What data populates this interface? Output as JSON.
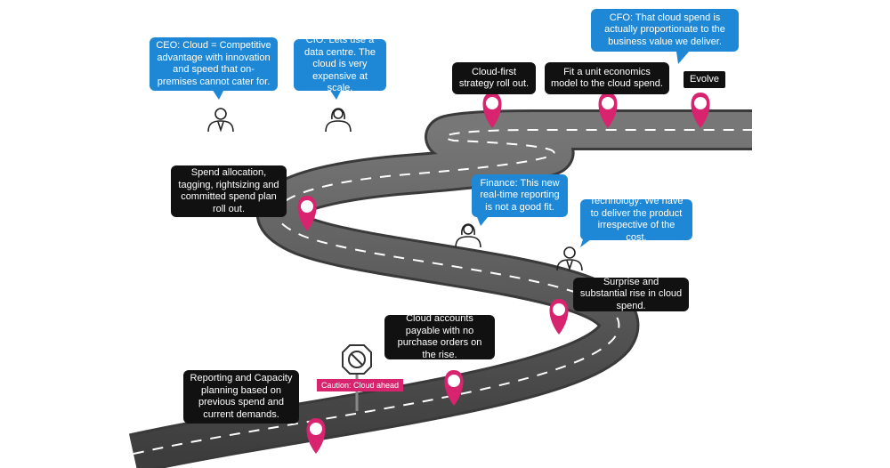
{
  "speech_bubbles": {
    "ceo": "CEO: Cloud = Competitive advantage with innovation and speed that on-premises cannot cater for.",
    "cio": "CIO: Lets use a data centre. The cloud is very expensive at scale.",
    "cfo": "CFO: That cloud spend is actually proportionate to the business value we deliver.",
    "finance": "Finance: This new real-time reporting is not a good fit.",
    "technology": "Technology: We have to deliver the product irrespective of the cost."
  },
  "milestones": {
    "cloud_first": "Cloud-first strategy roll out.",
    "unit_economics": "Fit a unit economics model to the cloud spend.",
    "evolve": "Evolve",
    "spend_allocation": "Spend allocation, tagging, rightsizing and committed spend plan roll out.",
    "surprise": "Surprise and substantial rise in cloud spend.",
    "accounts_payable": "Cloud accounts payable with no purchase orders on the rise.",
    "reporting": "Reporting and Capacity planning based on previous spend and current demands."
  },
  "road_sign": {
    "caution_label": "Caution: Cloud ahead",
    "icon": "no-entry-sign-icon"
  },
  "icons": {
    "person_male": "person-icon",
    "person_female": "person-female-icon",
    "pin": "map-pin-icon"
  },
  "colors": {
    "speech_bubble": "#1e88d6",
    "milestone_box": "#111111",
    "pin": "#d8246f",
    "road": "#5a5a5a",
    "caution_label": "#d8246f"
  }
}
